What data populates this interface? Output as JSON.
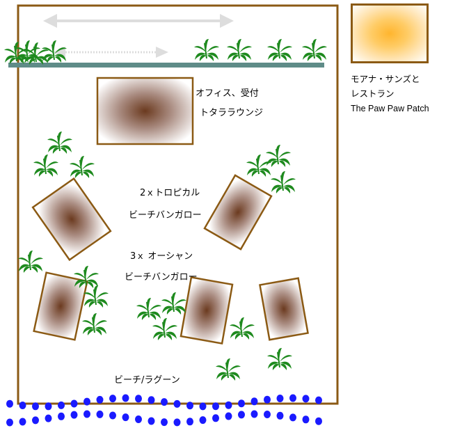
{
  "labels": {
    "office": [
      "オフィス、受付",
      "トタララウンジ"
    ],
    "tropical": [
      "2ｘトロピカル",
      "ビーチバンガロー"
    ],
    "ocean": [
      "3ｘ オーシャン",
      "ビーチバンガロー"
    ],
    "beach": "ビーチ/ラグーン"
  },
  "legend": {
    "line1": "モアナ・サンズと",
    "line2": "レストラン",
    "line3": "The Paw Paw Patch"
  },
  "colors": {
    "border": "#8B5A14",
    "path": "#5f8c88",
    "plant": "#1e8a1e",
    "water_dot": "#1a1aff",
    "building_center": "#6b3a1f",
    "legend_center": "#ffb52e"
  },
  "icons": [
    "double-arrow-icon",
    "dotted-arrow-icon",
    "palm-plant-icon",
    "water-dot-icon"
  ]
}
